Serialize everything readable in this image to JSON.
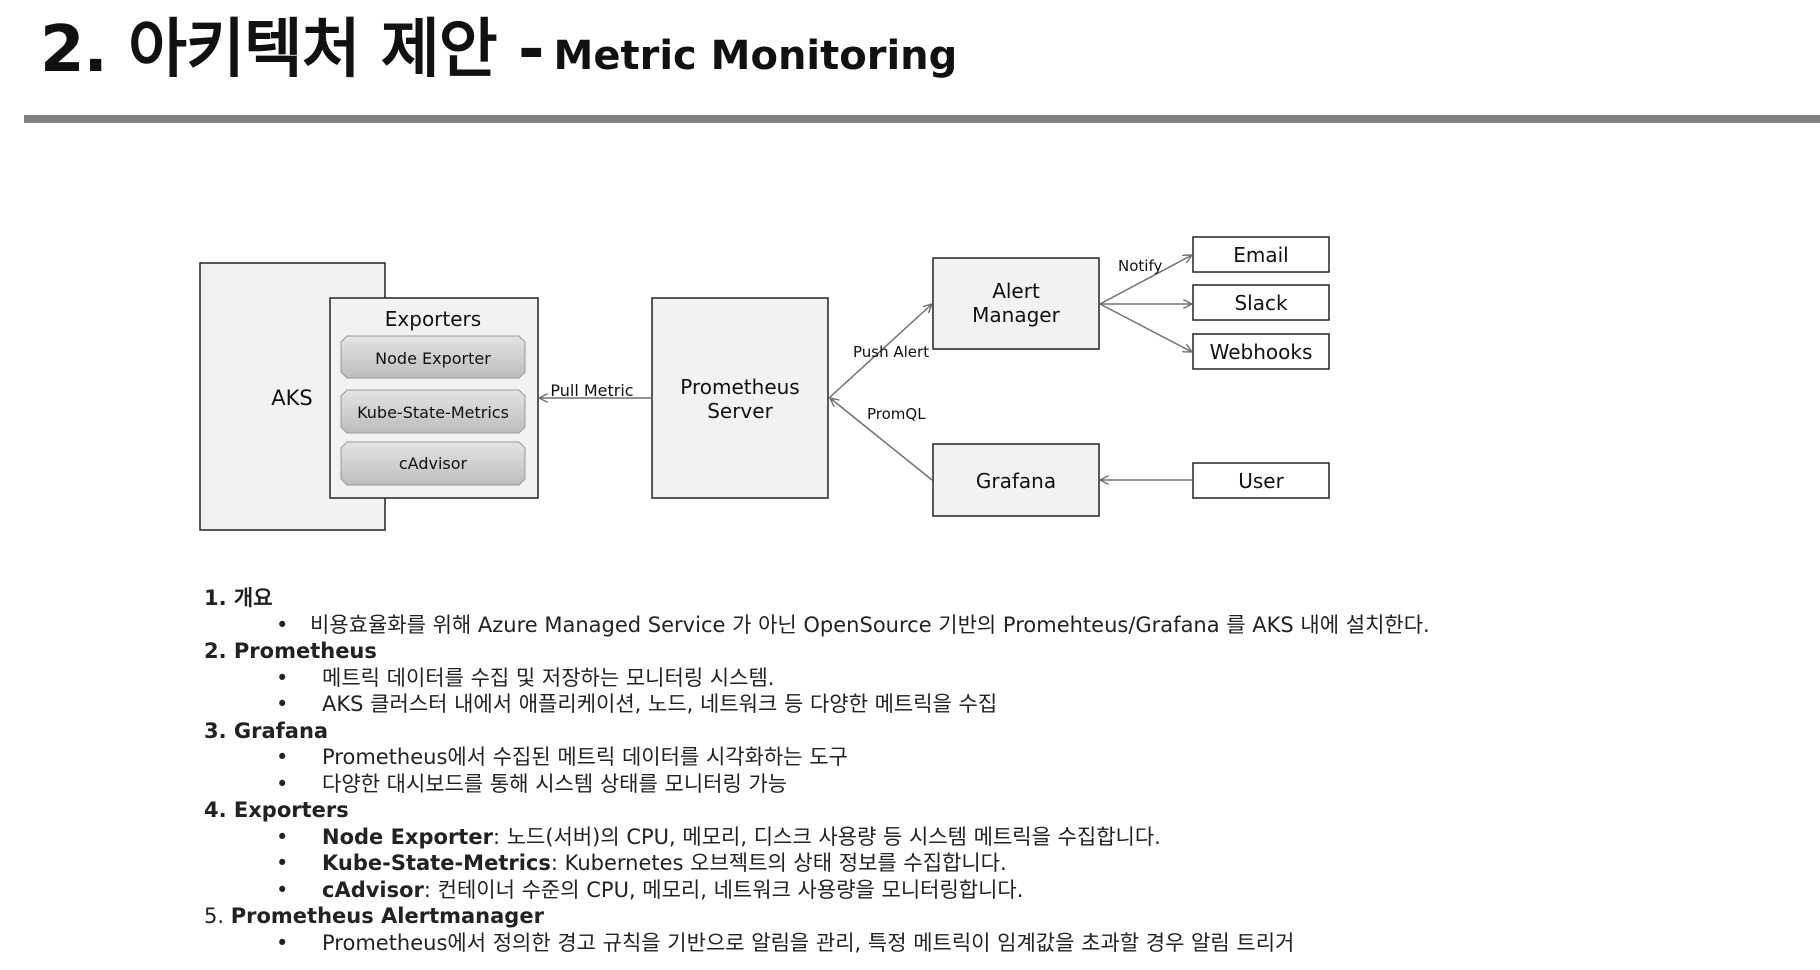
{
  "header": {
    "title": "2. 아키텍처 제안 -",
    "subtitle": "Metric Monitoring"
  },
  "diagram": {
    "nodes": {
      "aks": "AKS",
      "exporters": "Exporters",
      "node_exporter": "Node Exporter",
      "kube_state_metrics": "Kube-State-Metrics",
      "cadvisor": "cAdvisor",
      "prometheus_line1": "Prometheus",
      "prometheus_line2": "Server",
      "alert_line1": "Alert",
      "alert_line2": "Manager",
      "grafana": "Grafana",
      "email": "Email",
      "slack": "Slack",
      "webhooks": "Webhooks",
      "user": "User"
    },
    "edges": {
      "pull_metric": "Pull Metric",
      "push_alert": "Push Alert",
      "promql": "PromQL",
      "notify": "Notify"
    }
  },
  "notes": {
    "s1": {
      "title": "1. 개요",
      "bullets": [
        "비용효율화를 위해 Azure Managed Service 가 아닌 OpenSource 기반의 Promehteus/Grafana 를 AKS 내에 설치한다."
      ]
    },
    "s2": {
      "title": "2. Prometheus",
      "bullets": [
        "메트릭 데이터를 수집 및 저장하는 모니터링 시스템.",
        "AKS 클러스터 내에서 애플리케이션, 노드, 네트워크 등 다양한 메트릭을 수집"
      ]
    },
    "s3": {
      "title": "3. Grafana",
      "bullets": [
        "Prometheus에서 수집된 메트릭 데이터를 시각화하는 도구",
        "다양한 대시보드를 통해 시스템 상태를 모니터링 가능"
      ]
    },
    "s4": {
      "title": "4. Exporters",
      "bullets": [
        {
          "term": "Node Exporter",
          "desc": ": 노드(서버)의 CPU, 메모리, 디스크 사용량 등 시스템 메트릭을 수집합니다."
        },
        {
          "term": "Kube-State-Metrics",
          "desc": ": Kubernetes 오브젝트의 상태 정보를 수집합니다."
        },
        {
          "term": "cAdvisor",
          "desc": ": 컨테이너 수준의 CPU, 메모리, 네트워크 사용량을 모니터링합니다."
        }
      ]
    },
    "s5": {
      "num": "5.",
      "title": "Prometheus Alertmanager",
      "bullets": [
        "Prometheus에서 정의한 경고 규칙을 기반으로 알림을 관리, 특정 메트릭이 임계값을 초과할 경우 알림 트리거"
      ]
    },
    "bullet_char": "•"
  }
}
